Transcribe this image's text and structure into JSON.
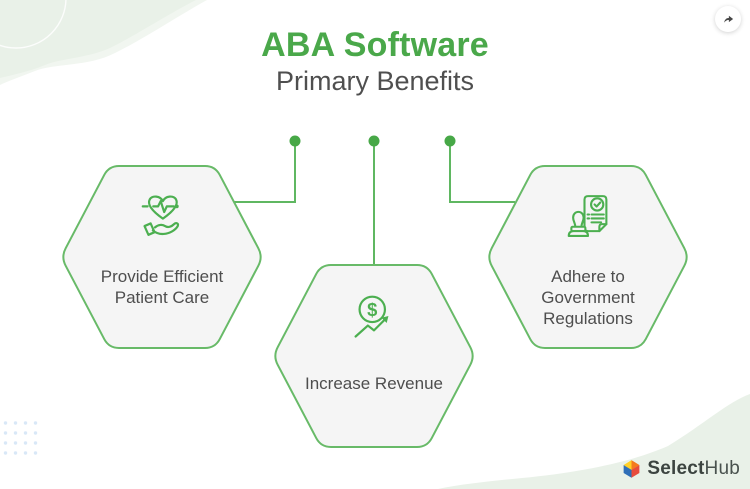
{
  "header": {
    "title": "ABA Software",
    "subtitle": "Primary Benefits"
  },
  "benefits": [
    {
      "label": "Provide Efficient\nPatient Care",
      "icon": "heart-in-hand-icon"
    },
    {
      "label": "Increase Revenue",
      "icon": "dollar-growth-icon"
    },
    {
      "label": "Adhere to\nGovernment\nRegulations",
      "icon": "stamp-approval-icon"
    }
  ],
  "share_button": {
    "icon": "share-arrow-icon"
  },
  "logo": {
    "icon": "selecthub-cube-icon",
    "text_bold": "Select",
    "text_regular": "Hub"
  },
  "colors": {
    "title_green": "#4aa84a",
    "line_green": "#5fb761",
    "dot_green": "#47a847",
    "hex_fill": "#f5f5f5",
    "text_gray": "#4e4e4e",
    "blob_green": "#e9f1e8",
    "dots_blue": "#d9e8f7",
    "logo_blue": "#2f6fb7",
    "logo_red": "#e84c3d",
    "logo_yellow": "#ffd028",
    "logo_orange": "#f47b20"
  }
}
